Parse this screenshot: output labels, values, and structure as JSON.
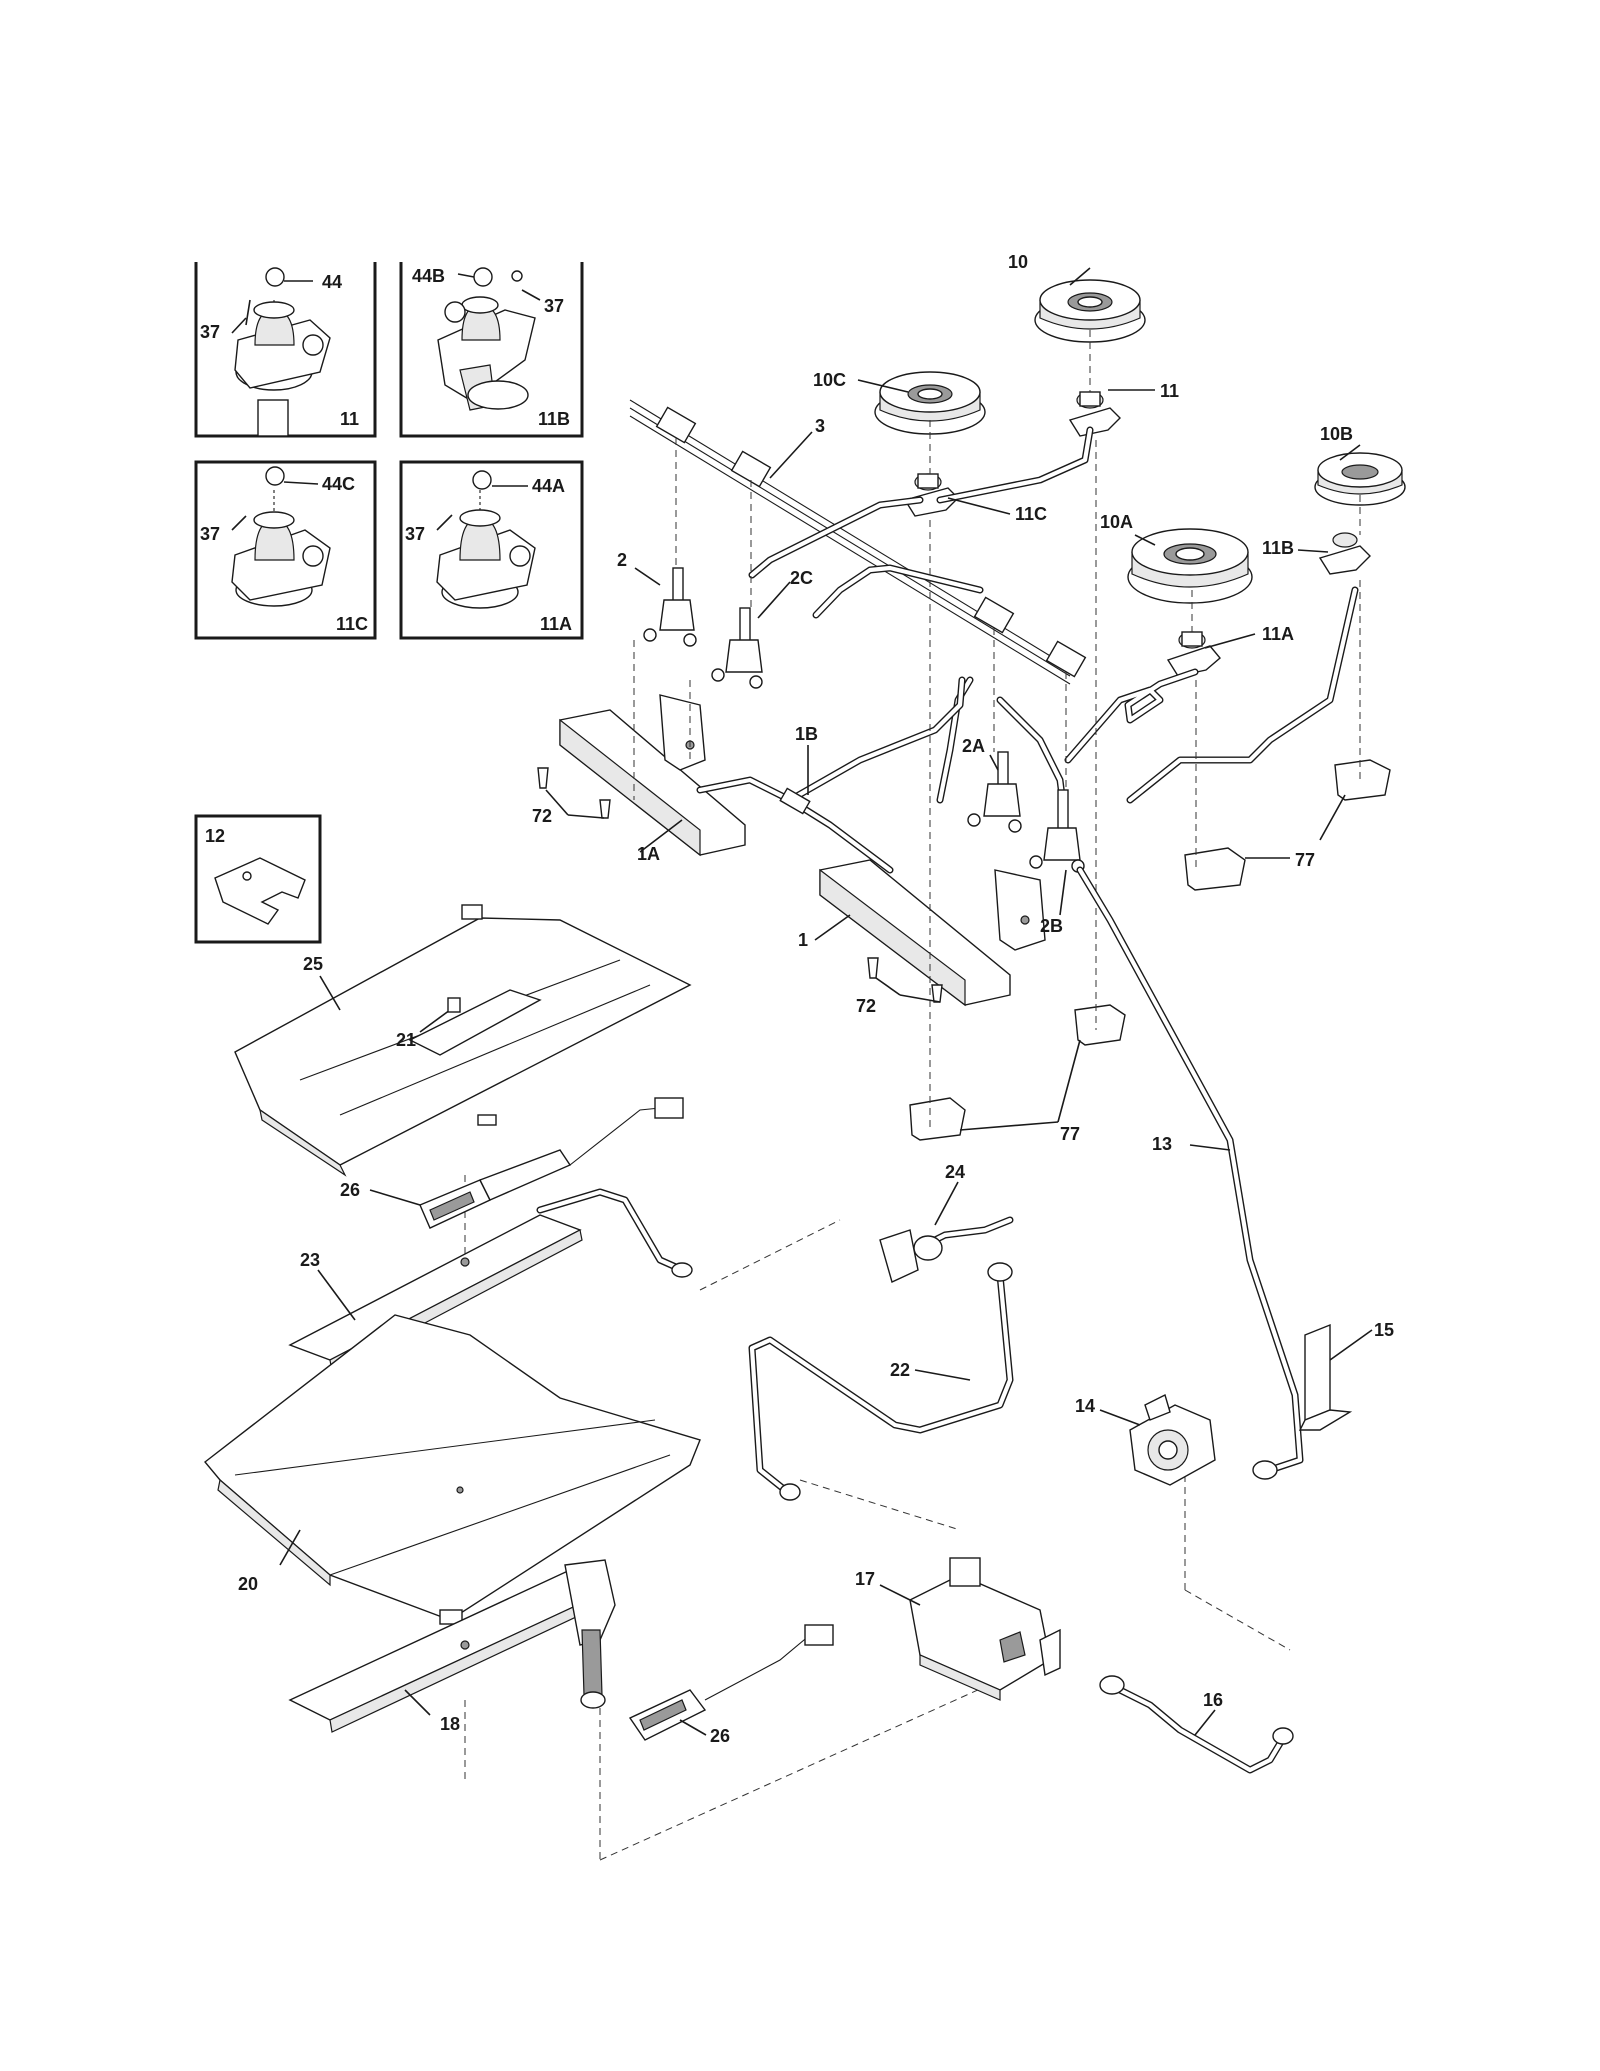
{
  "callouts": {
    "c10": "10",
    "c10c": "10C",
    "c11": "11",
    "c3": "3",
    "c10b": "10B",
    "c11c": "11C",
    "c10a": "10A",
    "c11b": "11B",
    "c2": "2",
    "c2c": "2C",
    "c11a": "11A",
    "c1b": "1B",
    "c2a": "2A",
    "c72a": "72",
    "c1a": "1A",
    "c77a": "77",
    "c1": "1",
    "c2b": "2B",
    "c72b": "72",
    "c12": "12",
    "c25": "25",
    "c21": "21",
    "c77b": "77",
    "c13": "13",
    "c24": "24",
    "c26a": "26",
    "c23": "23",
    "c15": "15",
    "c22": "22",
    "c14": "14",
    "c20": "20",
    "c17": "17",
    "c16": "16",
    "c18": "18",
    "c26b": "26"
  },
  "insets": {
    "top_left": {
      "screw": "44",
      "fastener": "37",
      "corner": "11"
    },
    "top_right": {
      "screw": "44B",
      "fastener": "37",
      "corner": "11B"
    },
    "bottom_left": {
      "screw": "44C",
      "fastener": "37",
      "corner": "11C"
    },
    "bottom_right": {
      "screw": "44A",
      "fastener": "37",
      "corner": "11A"
    }
  }
}
